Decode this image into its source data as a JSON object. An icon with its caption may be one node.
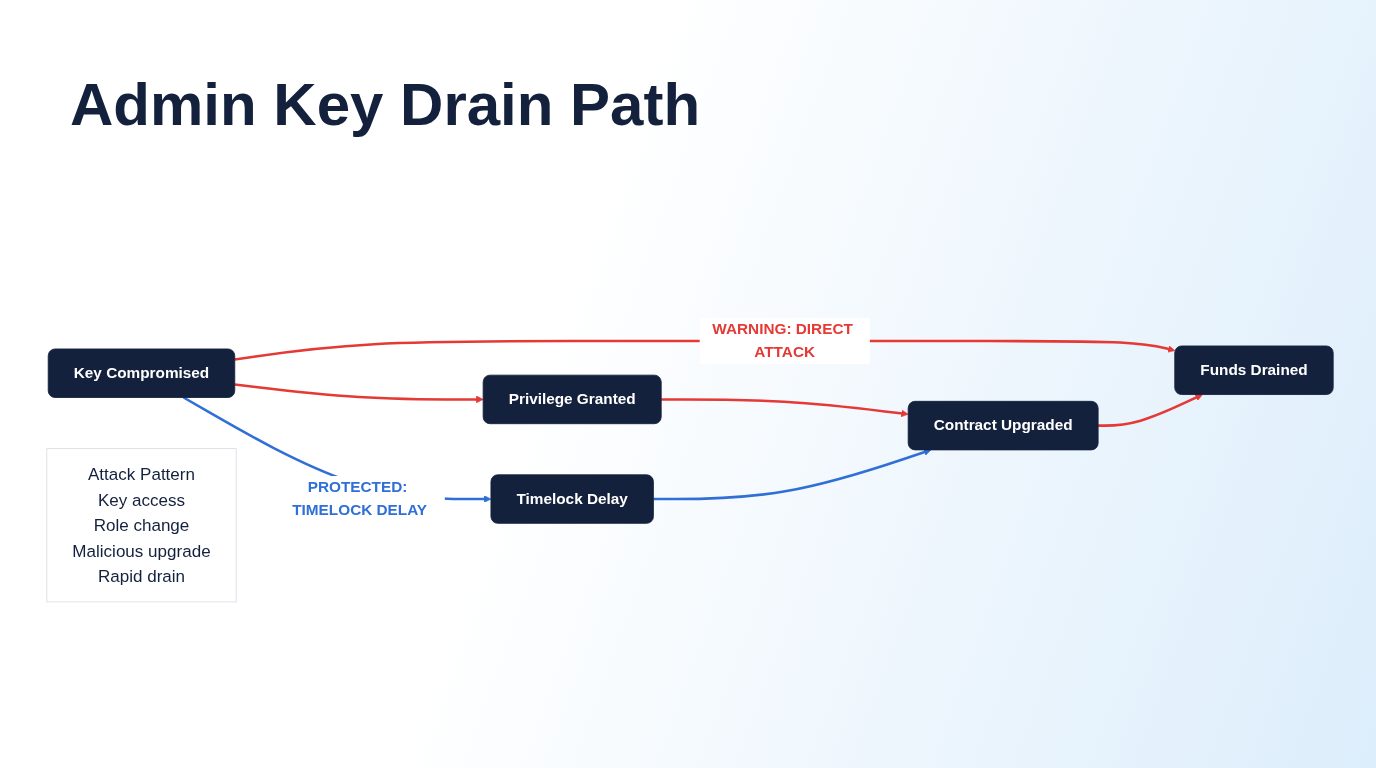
{
  "diagram": {
    "title": "Admin Key Drain Path",
    "nodes": [
      {
        "text": [
          "Key Compromised"
        ]
      },
      {
        "text": [
          "Privilege Granted"
        ]
      },
      {
        "text": [
          "Contract Upgraded"
        ]
      },
      {
        "text": [
          "Funds Drained"
        ]
      },
      {
        "text": [
          "Timelock Delay"
        ]
      },
      {
        "text": [
          "Attack Pattern",
          "Key access",
          "Role change",
          "Malicious upgrade",
          "Rapid drain"
        ]
      }
    ],
    "edges": [
      {
        "from": 0,
        "to": 3,
        "arrow": "to",
        "label": "WARNING: DIRECT ATTACK"
      },
      {
        "from": 0,
        "to": 1,
        "arrow": "to"
      },
      {
        "from": 1,
        "to": 2,
        "arrow": "to"
      },
      {
        "from": 2,
        "to": 3,
        "arrow": "to"
      },
      {
        "from": 0,
        "to": 4,
        "arrow": "to",
        "label": "PROTECTED: TIMELOCK DELAY",
        "color": "#2f6fd6"
      },
      {
        "from": 4,
        "to": 2,
        "arrow": "to",
        "color": "#2f6fd6"
      }
    ]
  }
}
